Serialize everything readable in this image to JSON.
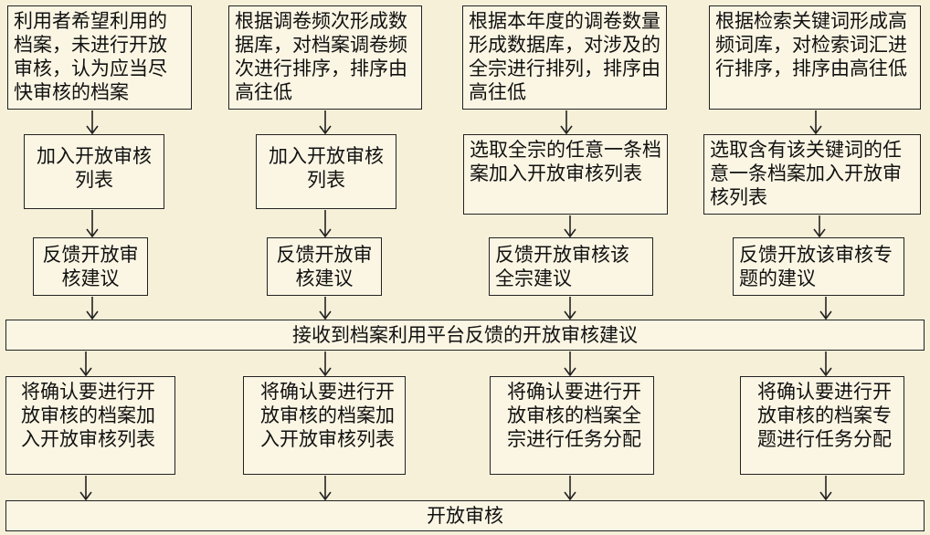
{
  "row1": [
    "利用者希望利用的档案，未进行开放审核，认为应当尽快审核的档案",
    "根据调卷频次形成数据库，对档案调卷频次进行排序，排序由高往低",
    "根据本年度的调卷数量形成数据库，对涉及的全宗进行排列，排序由高往低",
    "根据检索关键词形成高频词库，对检索词汇进行排序，排序由高往低"
  ],
  "row2": [
    "加入开放审核列表",
    "加入开放审核列表",
    "选取全宗的任意一条档案加入开放审核列表",
    "选取含有该关键词的任意一条档案加入开放审核列表"
  ],
  "row3": [
    "反馈开放审核建议",
    "反馈开放审核建议",
    "反馈开放审核该全宗建议",
    "反馈开放该审核专题的建议"
  ],
  "merge1": "接收到档案利用平台反馈的开放审核建议",
  "row4": [
    "将确认要进行开放审核的档案加入开放审核列表",
    "将确认要进行开放审核的档案加入开放审核列表",
    "将确认要进行开放审核的档案全宗进行任务分配",
    "将确认要进行开放审核的档案专题进行任务分配"
  ],
  "final": "开放审核"
}
